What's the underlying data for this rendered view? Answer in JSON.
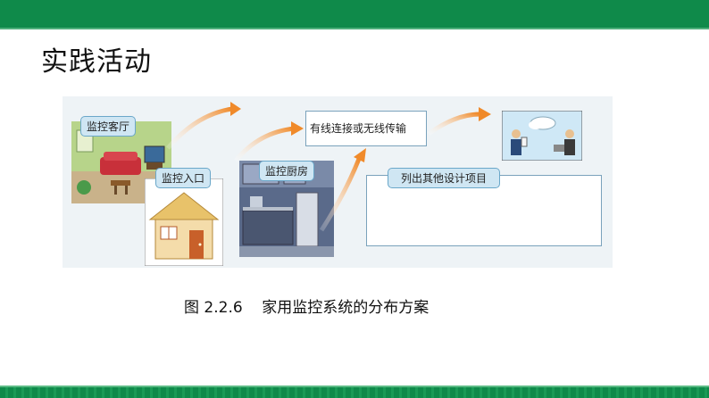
{
  "slide": {
    "title": "实践活动",
    "caption": "图 2.2.6    家用监控系统的分布方案"
  },
  "figure": {
    "labels": {
      "living_room": "监控客厅",
      "entrance": "监控入口",
      "kitchen": "监控厨房",
      "transmission": "有线连接或无线传输",
      "list_other": "列出其他设计项目"
    }
  },
  "colors": {
    "header_green": "#0f8a4a",
    "arrow_orange": "#f08a2a",
    "label_blue": "#cfe6f3",
    "box_border": "#7aa2bc"
  }
}
